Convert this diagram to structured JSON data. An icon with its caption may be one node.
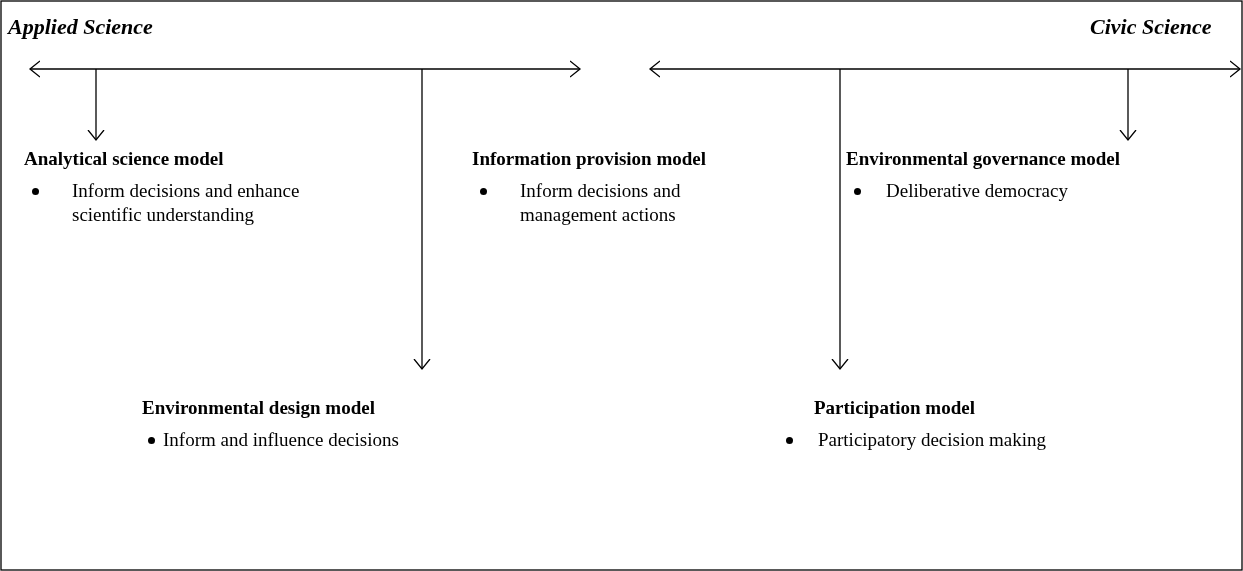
{
  "diagram": {
    "nodes": [
      {
        "text": [
          "Analytical science model",
          "Inform decisions and enhance scientific understanding"
        ]
      },
      {
        "text": [
          "Information provision model",
          "Inform decisions and management actions"
        ]
      },
      {
        "text": [
          "Environmental governance model",
          "Deliberative democracy"
        ]
      },
      {
        "text": [
          "Environmental design model",
          "Inform and influence decisions"
        ]
      },
      {
        "text": [
          "Participation model",
          "Participatory decision making"
        ]
      }
    ],
    "edges": [
      {
        "from": null,
        "to": 0,
        "arrow": "to"
      },
      {
        "from": null,
        "to": 3,
        "arrow": "to"
      },
      {
        "from": null,
        "to": 4,
        "arrow": "to"
      },
      {
        "from": null,
        "to": 2,
        "arrow": "to"
      }
    ],
    "labels": [
      "Applied Science",
      "Civic Science"
    ]
  }
}
